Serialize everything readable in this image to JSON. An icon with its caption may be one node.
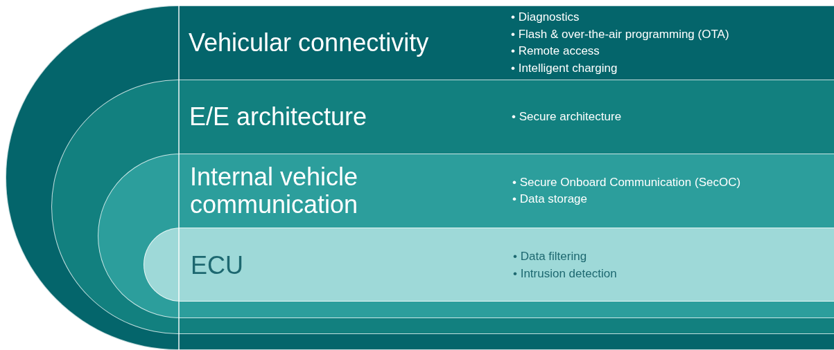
{
  "diagram": {
    "nodes": [
      {
        "text": [
          "Vehicular connectivity",
          "• Diagnostics",
          "• Flash & over-the-air programming (OTA)",
          "• Remote access",
          "• Intelligent charging"
        ]
      },
      {
        "text": [
          "E/E architecture",
          "• Secure architecture"
        ],
        "in": 0
      },
      {
        "text": [
          "Internal vehicle communication",
          "• Secure Onboard Communication (SecOC)",
          "• Data storage"
        ],
        "in": 1
      },
      {
        "text": [
          "ECU",
          "• Data filtering",
          "• Intrusion detection"
        ],
        "in": 2
      }
    ]
  }
}
